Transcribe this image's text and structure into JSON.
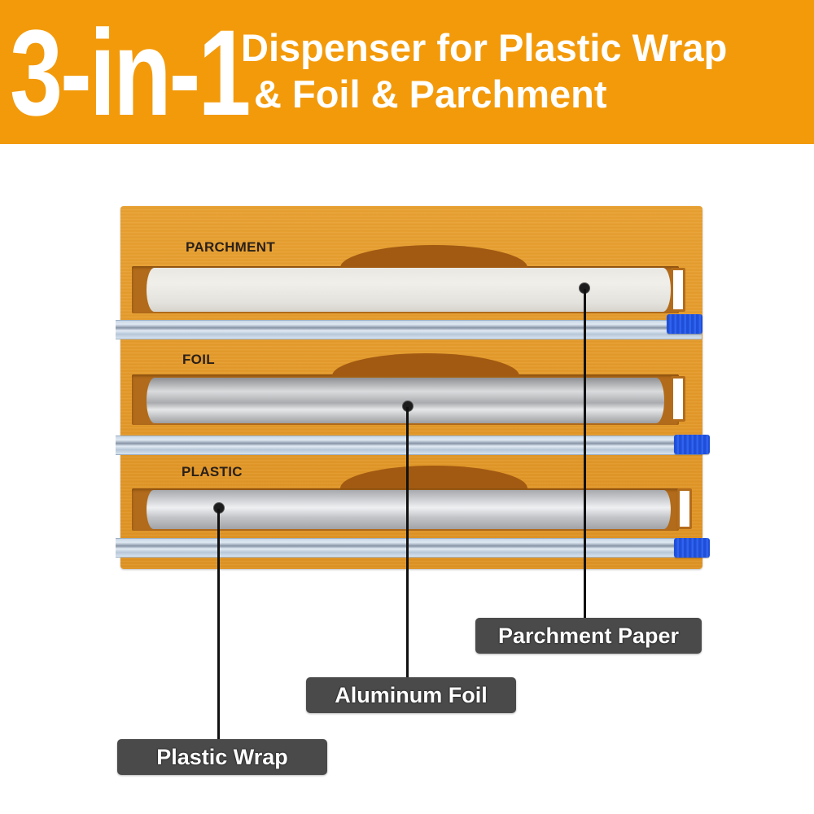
{
  "banner": {
    "big_title": "3-in-1",
    "subtitle_line1": "Dispenser for Plastic Wrap",
    "subtitle_line2": "& Foil & Parchment",
    "background_color": "#f39a0a",
    "text_color": "#ffffff"
  },
  "dispenser": {
    "compartments": [
      {
        "label": "PARCHMENT",
        "content": "parchment-roll"
      },
      {
        "label": "FOIL",
        "content": "foil-roll"
      },
      {
        "label": "PLASTIC",
        "content": "plastic-roll"
      }
    ],
    "wood_color": "#e49a2a",
    "slider_color": "#1f4fd8"
  },
  "callouts": [
    {
      "label": "Parchment Paper",
      "points_to": "parchment-roll"
    },
    {
      "label": "Aluminum Foil",
      "points_to": "foil-roll"
    },
    {
      "label": "Plastic Wrap",
      "points_to": "plastic-roll"
    }
  ]
}
